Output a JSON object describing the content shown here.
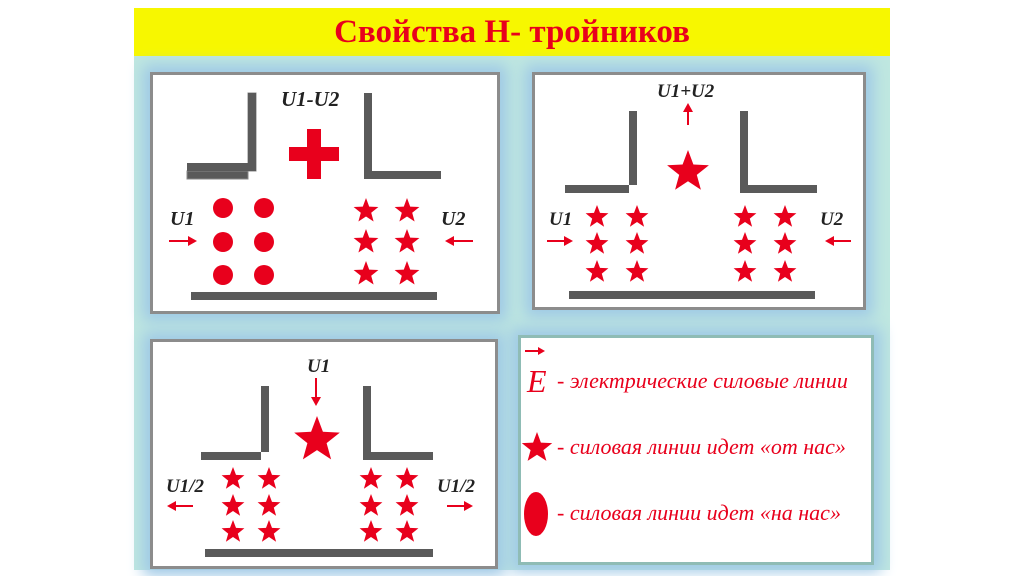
{
  "title": "Свойства  Н- тройников",
  "colors": {
    "title_bg": "#f7f700",
    "title_text": "#e8001c",
    "field": "#e8001c",
    "wall": "#5a5a5a",
    "panel_glow": "#9fc9e6",
    "slide_bg": "#bfe7e0"
  },
  "panels": [
    {
      "top_label": "U1-U2",
      "top_marker": "plus",
      "left_label": "U1",
      "right_label": "U2",
      "left_markers": "circle",
      "right_markers": "star",
      "left_arrow": "in",
      "right_arrow": "in"
    },
    {
      "top_label": "U1+U2",
      "top_marker": "star",
      "left_label": "U1",
      "right_label": "U2",
      "left_markers": "star",
      "right_markers": "star",
      "left_arrow": "in",
      "right_arrow": "in",
      "top_arrow": "out"
    },
    {
      "top_label": "U1",
      "top_marker": "star",
      "left_label": "U1/2",
      "right_label": "U1/2",
      "left_markers": "star",
      "right_markers": "star",
      "left_arrow": "out",
      "right_arrow": "out",
      "top_arrow": "in"
    }
  ],
  "legend": {
    "vector_symbol": "E",
    "items": [
      {
        "icon": "vector-e",
        "text": "- электрические силовые линии"
      },
      {
        "icon": "star",
        "text": "- силовая линии идет «от нас»"
      },
      {
        "icon": "circle",
        "text": "- силовая линии идет «на нас»"
      }
    ]
  }
}
